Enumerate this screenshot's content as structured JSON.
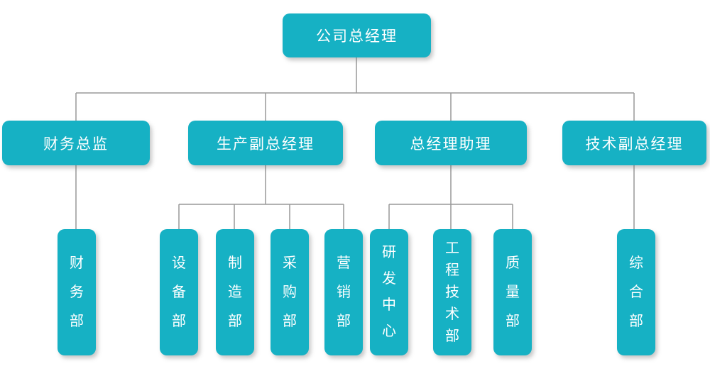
{
  "org_chart": {
    "root": "公司总经理",
    "branches": [
      {
        "manager": "财务总监",
        "departments": [
          "财务部"
        ]
      },
      {
        "manager": "生产副总经理",
        "departments": [
          "设备部",
          "制造部",
          "采购部",
          "营销部"
        ]
      },
      {
        "manager": "总经理助理",
        "departments": [
          "研发中心",
          "工程技术部",
          "质量部"
        ]
      },
      {
        "manager": "技术副总经理",
        "departments": [
          "综合部"
        ]
      }
    ],
    "colors": {
      "node_fill": "#16b1c4",
      "node_text": "#ffffff",
      "connector": "#999999",
      "background": "#ffffff"
    }
  }
}
